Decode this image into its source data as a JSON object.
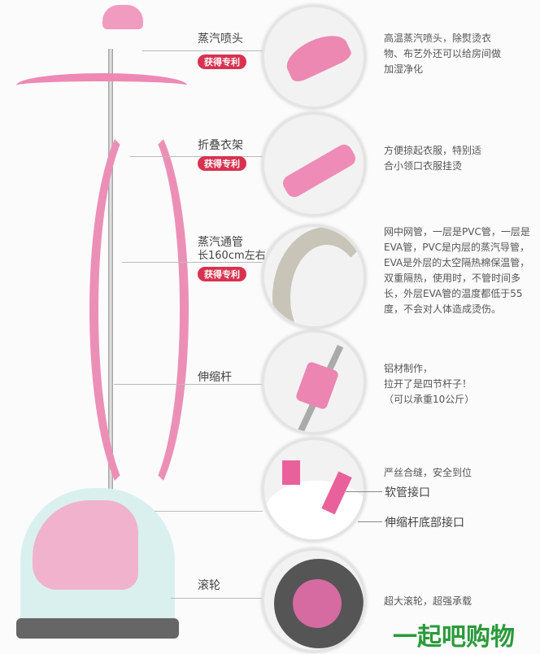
{
  "features": [
    {
      "title": "蒸汽喷头",
      "badge": "获得专利",
      "desc": "高温蒸汽喷头，除熨烫衣物、布艺外还可以给房间做加湿净化"
    },
    {
      "title": "折叠衣架",
      "badge": "获得专利",
      "desc": "方便掠起衣服，特别适合小领口衣服挂烫"
    },
    {
      "title": "蒸汽通管",
      "subtitle": "长160cm左右",
      "badge": "获得专利",
      "desc": "网中网管，一层是PVC管，一层是EVA管，PVC是内层的蒸汽导管，EVA是外层的太空隔热棉保温管，双重隔热，使用时，不管时间多长，外层EVA管的温度都低于55度，不会对人体造成烫伤。"
    },
    {
      "title": "伸缩杆",
      "desc_lines": [
        "铝材制作，",
        "拉开了是四节杆子！",
        "（可以承重10公斤）"
      ]
    },
    {
      "desc": "严丝合缝，安全到位",
      "callout1": "软管接口",
      "callout2": "伸缩杆底部接口"
    },
    {
      "title": "滚轮",
      "desc": "超大滚轮，超强承载"
    }
  ],
  "watermark": "一起吧购物",
  "colors": {
    "pink": "#e87aa6",
    "badge": "#d8324f",
    "base": "#d9f0ef"
  }
}
